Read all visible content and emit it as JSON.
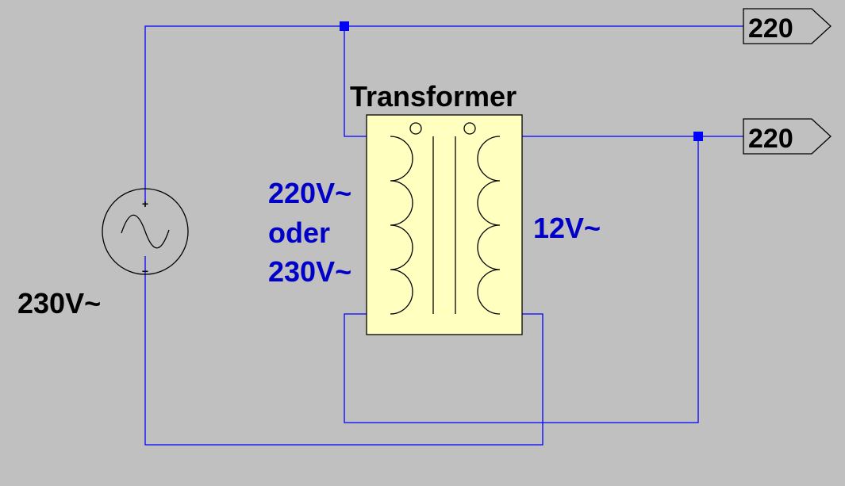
{
  "diagram": {
    "title": "Transformer",
    "source_label": "230V~",
    "primary_label": [
      "220V~",
      "oder",
      "230V~"
    ],
    "secondary_label": "12V~",
    "ports": [
      {
        "label": "220"
      },
      {
        "label": "220"
      }
    ],
    "source_polarity": {
      "plus": "+",
      "minus": "−"
    }
  },
  "colors": {
    "background": "#c0c0c0",
    "wire": "#0000ff",
    "label_blue": "#0000c8",
    "transformer_fill": "#ffffc0"
  }
}
